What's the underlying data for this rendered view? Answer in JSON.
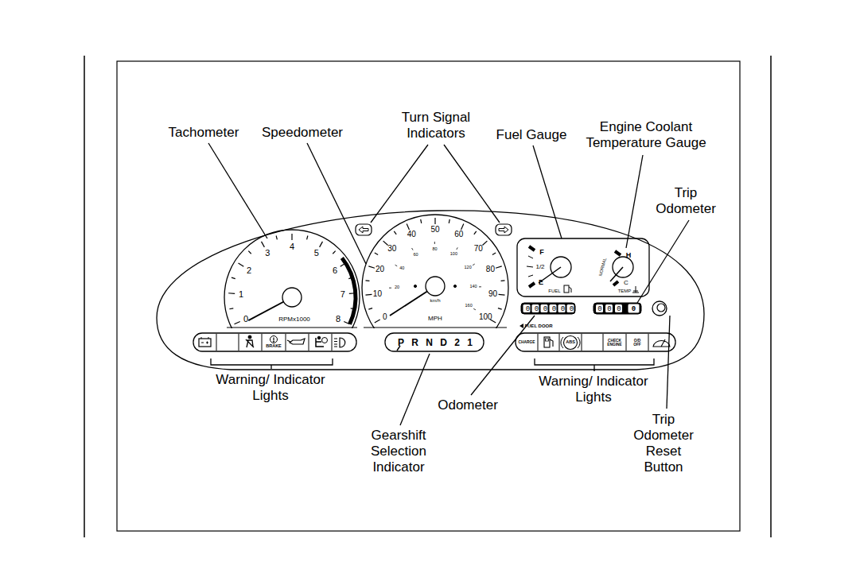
{
  "diagram": {
    "nodes": [
      {
        "text": [
          "0",
          "1",
          "2",
          "3",
          "4",
          "5",
          "6",
          "7",
          "8",
          "RPMx1000"
        ]
      },
      {
        "text": [
          "0",
          "10",
          "20",
          "30",
          "40",
          "50",
          "60",
          "70",
          "80",
          "90",
          "100",
          "20",
          "40",
          "60",
          "80",
          "100",
          "120",
          "140",
          "160",
          "km/h",
          "MPH"
        ]
      },
      {
        "text": [
          "F",
          "1/2",
          "E",
          "FUEL",
          "NORMAL",
          "H",
          "C",
          "TEMP"
        ]
      },
      {
        "text": [
          "000000"
        ]
      },
      {
        "text": [
          "000",
          "0"
        ]
      },
      {
        "text": [
          "BRAKE"
        ]
      },
      {
        "text": [
          "P R N D 2 1"
        ]
      },
      {
        "text": [
          "CHARGE",
          "ABS",
          "CHECK ENGINE",
          "O/D OFF"
        ]
      }
    ],
    "labels": [
      "Tachometer",
      "Speedometer",
      "Turn Signal Indicators",
      "Fuel Gauge",
      "Engine Coolant Temperature Gauge",
      "Trip Odometer",
      "FUEL DOOR",
      "Warning/ Indicator Lights",
      "Odometer",
      "Warning/ Indicator Lights",
      "Gearshift Selection Indicator",
      "Trip Odometer Reset Button"
    ]
  }
}
